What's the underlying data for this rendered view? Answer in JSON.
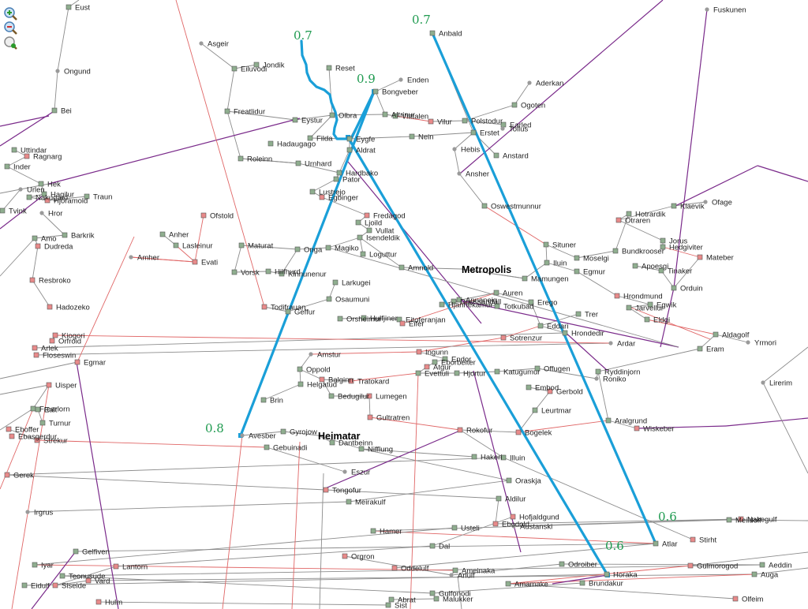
{
  "controls": {
    "zoom_in": "zoom-in-icon",
    "zoom_out": "zoom-out-icon",
    "zoom_reset": "zoom-reset-icon"
  },
  "colors": {
    "background": "#ffffff",
    "edge_gray": "#8c8c8c",
    "edge_red": "#e06666",
    "edge_purple": "#7a2a8a",
    "route_blue": "#1a9fd8",
    "weight_green": "#1e9a4f",
    "node_green": "#8fae8f",
    "node_red": "#e88a8a",
    "node_gray": "#9a9a9a"
  },
  "cities": [
    "Metropolis",
    "Heimatar"
  ],
  "towns": [
    "Eust",
    "Fuskunen",
    "Anbald",
    "Asgeir",
    "Jondik",
    "Eiluvodi",
    "Reset",
    "Enden",
    "Ongund",
    "Bongveber",
    "Aderkan",
    "Bei",
    "Freatlidur",
    "Olbra",
    "Eystur",
    "Altrinur",
    "Vitttalen",
    "Vilur",
    "Polstodur",
    "Ogoten",
    "Hadaugago",
    "Filda",
    "Eygfe",
    "Nein",
    "Erstet",
    "Earled",
    "Tollus",
    "Aldrat",
    "Uttindar",
    "Ragnarg",
    "Roleinn",
    "Hebis",
    "Anstard",
    "Inder",
    "Urnhard",
    "Hardbako",
    "Ansher",
    "Hek",
    "Pator",
    "Urlen",
    "Hagilur",
    "Lustrejo",
    "Nakugard",
    "Hjoramold",
    "Traun",
    "Egbinger",
    "Oswestmunnur",
    "Tvink",
    "Hror",
    "Fredagod",
    "Ofstold",
    "Klaevik",
    "Ofage",
    "Hotrardik",
    "Otraren",
    "Barkrik",
    "Amo",
    "Ljoild",
    "Anher",
    "Vullat",
    "Jorus",
    "Dudreda",
    "Lasleinur",
    "Isendeldik",
    "Situner",
    "Bundkrooser",
    "Magiko",
    "Hedgiviter",
    "Maturat",
    "Onga",
    "Loguttur",
    "Mateber",
    "Amher",
    "Evati",
    "Iluin",
    "Moselgi",
    "Apoesgi",
    "Tinaker",
    "Vorsk",
    "Hilfhurd",
    "Kinnunenur",
    "Amnold",
    "Egmur",
    "Resbroko",
    "Mamungen",
    "Orduin",
    "Larkugei",
    "Hrondmund",
    "Auren",
    "Osaumuni",
    "Annaneig",
    "Todifrauan",
    "Hjannekamur",
    "Doussandall",
    "Egwik",
    "Jarvellur",
    "Hadozeko",
    "Geffur",
    "Totkubad",
    "Erego",
    "Trer",
    "Eldgi",
    "Orsheimur",
    "Hulfjiner",
    "Eitoferanjan",
    "Eifer",
    "Eddari",
    "Hrondedir",
    "Aldagolf",
    "Kiogori",
    "Orfroid",
    "Sotrenzur",
    "Yrmori",
    "Eram",
    "Ardar",
    "Arlek",
    "Floseswin",
    "Amstur",
    "Ingunn",
    "Egmar",
    "Endor",
    "Eborbeiter",
    "Atgur",
    "Ryddinjorn",
    "Oppold",
    "Evettuli",
    "Hjortur",
    "Katugumur",
    "Offugen",
    "Roniko",
    "Balginn",
    "Tratokard",
    "Uisper",
    "Helgatud",
    "Embod",
    "Gerbold",
    "Lirerim",
    "Bedugilur",
    "Lumegen",
    "Brin",
    "Leurtmar",
    "Frearlorn",
    "Ealt",
    "Gultratren",
    "Aralgrund",
    "Turnur",
    "Eboffer",
    "Rokofur",
    "Bogelek",
    "Wiskeber",
    "Avesber",
    "Gyrojow",
    "Ebasgerdur",
    "Strekur",
    "Gebuinadi",
    "Dantbeinn",
    "Nifflung",
    "Hakeri",
    "Illuin",
    "Gerek",
    "Eszur",
    "Oraskja",
    "Tongofur",
    "Meirakulf",
    "Aldilur",
    "Irgrus",
    "Hofjaldgund",
    "Ebodold",
    "Austanski",
    "Nakegulf",
    "Meildolf",
    "Hamer",
    "Usteli",
    "Stirht",
    "Atlar",
    "Gelfiven",
    "Dal",
    "Orgron",
    "Iyar",
    "Lantorn",
    "Gulmorogod",
    "Oddelulf",
    "Ameinaka",
    "Arlulf",
    "Odroiber",
    "Aeddin",
    "Horaka",
    "Teonusude",
    "Auga",
    "Eidulf",
    "Siseide",
    "Vard",
    "Amamake",
    "Brundakur",
    "Gulfonodi",
    "Malukker",
    "Abrat",
    "Sist",
    "Hulm",
    "Olfeim",
    "Altbrard"
  ],
  "route_weights": [
    "0.7",
    "0.7",
    "0.9",
    "0.8",
    "0.6",
    "0.6"
  ]
}
